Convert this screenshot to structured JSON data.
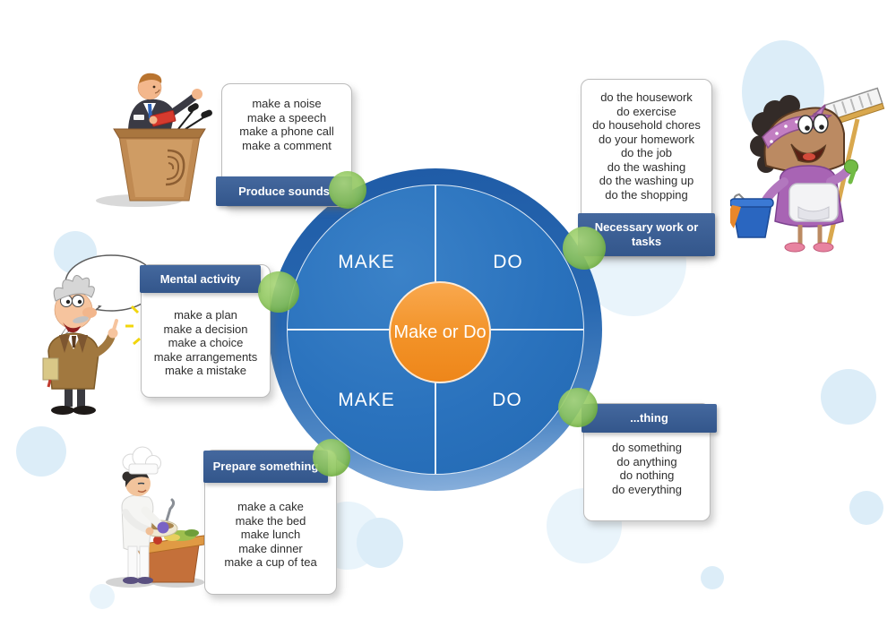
{
  "title": "Make or Do",
  "center": {
    "label": "Make or Do",
    "quadrants": [
      "MAKE",
      "DO",
      "MAKE",
      "DO"
    ]
  },
  "boxes": [
    {
      "id": "produce-sounds",
      "title": "Produce sounds",
      "title_position": "bottom",
      "items": [
        "make a noise",
        "make a speech",
        "make a phone call",
        "make a comment"
      ]
    },
    {
      "id": "necessary-work-or-tasks",
      "title": "Necessary work or tasks",
      "title_position": "bottom",
      "items": [
        "do the housework",
        "do exercise",
        "do household chores",
        "do your homework",
        "do the job",
        "do the washing",
        "do the washing up",
        "do the shopping"
      ]
    },
    {
      "id": "mental-activity",
      "title": "Mental activity",
      "title_position": "top",
      "items": [
        "make a plan",
        "make a decision",
        "make a choice",
        "make arrangements",
        "make a mistake"
      ]
    },
    {
      "id": "thing",
      "title": "...thing",
      "title_position": "top",
      "items": [
        "do something",
        "do anything",
        "do nothing",
        "do everything"
      ]
    },
    {
      "id": "prepare-something",
      "title": "Prepare something",
      "title_position": "top",
      "items": [
        "make a cake",
        "make the bed",
        "make lunch",
        "make dinner",
        "make a cup of tea"
      ]
    }
  ],
  "characters": [
    {
      "name": "speaker-at-podium",
      "description": "man giving a speech at a wooden podium with microphones"
    },
    {
      "name": "professor-with-idea",
      "description": "professor with speech bubble and light bulb"
    },
    {
      "name": "chef-cooking",
      "description": "chef woman stirring a bowl at a table"
    },
    {
      "name": "cleaning-lady",
      "description": "cleaning lady with broom and bucket"
    }
  ],
  "colors": {
    "header_blue": "#33568b",
    "circle_blue": "#2a72bd",
    "center_orange": "#f29227",
    "connector_green": "#81be4f",
    "background_bubble": "#dcedf8"
  }
}
